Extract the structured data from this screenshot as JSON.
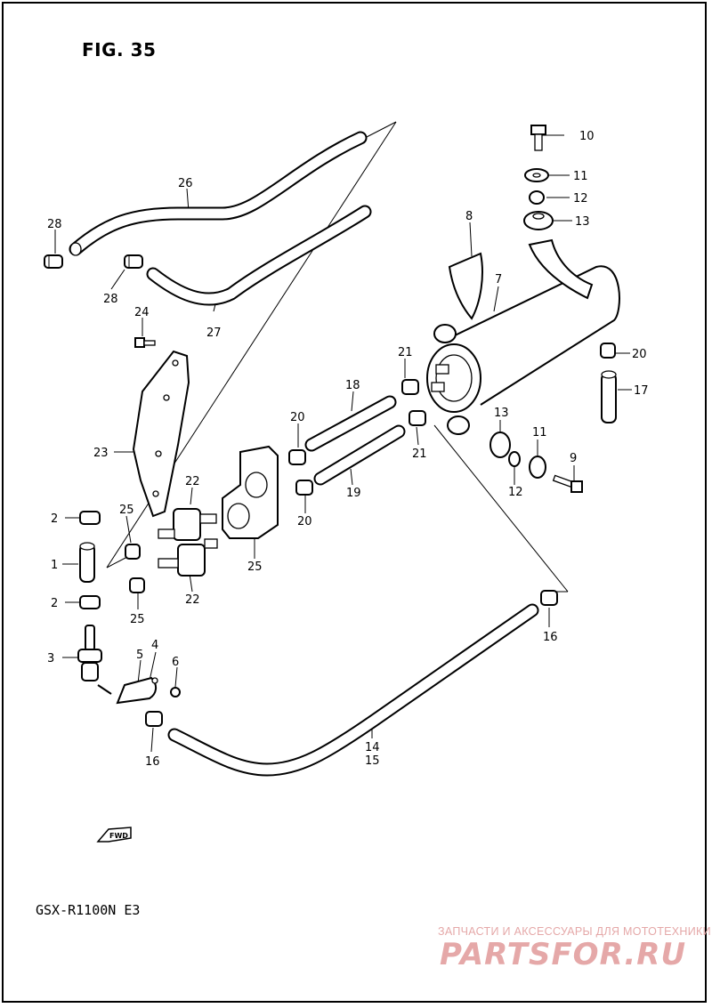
{
  "figure": {
    "title": "FIG. 35"
  },
  "model": "GSX-R1100N E3",
  "watermark": {
    "line1": "ЗАПЧАСТИ И АКСЕССУАРЫ ДЛЯ МОТОТЕХНИКИ",
    "logo": "PARTSFOR.RU",
    "color": "#e5a8a8"
  },
  "fwd_marker": "FWD",
  "callouts": {
    "c1": "1",
    "c2a": "2",
    "c2b": "2",
    "c3": "3",
    "c4": "4",
    "c5": "5",
    "c6": "6",
    "c7": "7",
    "c8": "8",
    "c9": "9",
    "c10": "10",
    "c11a": "11",
    "c11b": "11",
    "c12a": "12",
    "c12b": "12",
    "c13a": "13",
    "c13b": "13",
    "c14": "14",
    "c15": "15",
    "c16a": "16",
    "c16b": "16",
    "c17": "17",
    "c18": "18",
    "c19": "19",
    "c20a": "20",
    "c20b": "20",
    "c20c": "20",
    "c21a": "21",
    "c21b": "21",
    "c22a": "22",
    "c22b": "22",
    "c23": "23",
    "c24": "24",
    "c25a": "25",
    "c25b": "25",
    "c25c": "25",
    "c26": "26",
    "c27": "27",
    "c28a": "28",
    "c28b": "28"
  }
}
